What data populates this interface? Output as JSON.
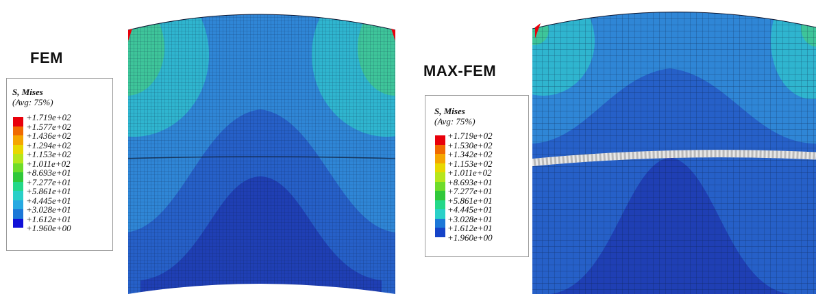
{
  "left": {
    "label": "FEM",
    "legend": {
      "title": "S, Mises",
      "avg": "(Avg: 75%)",
      "values": [
        "+1.719e+02",
        "+1.577e+02",
        "+1.436e+02",
        "+1.294e+02",
        "+1.153e+02",
        "+1.011e+02",
        "+8.693e+01",
        "+7.277e+01",
        "+5.861e+01",
        "+4.445e+01",
        "+3.028e+01",
        "+1.612e+01",
        "+1.960e+00"
      ]
    }
  },
  "right": {
    "label": "MAX-FEM",
    "legend": {
      "title": "S, Mises",
      "avg": "(Avg: 75%)",
      "values": [
        "+1.719e+02",
        "+1.530e+02",
        "+1.342e+02",
        "+1.153e+02",
        "+1.011e+02",
        "+8.693e+01",
        "+7.277e+01",
        "+5.861e+01",
        "+4.445e+01",
        "+3.028e+01",
        "+1.612e+01",
        "+1.960e+00"
      ]
    }
  },
  "colors": {
    "scale": [
      "#e8000b",
      "#f06a00",
      "#f5a600",
      "#e8d800",
      "#b6e61c",
      "#6edc2a",
      "#30c83a",
      "#24d889",
      "#2ad0c8",
      "#27a9e2",
      "#1c78d8",
      "#1543c8",
      "#1010d8"
    ],
    "deep_blue": "#1f3fb4",
    "mid_blue": "#2660c8",
    "light_blue": "#2f86d6",
    "cyan": "#2fb5cf",
    "green_cyan": "#3ec59a"
  }
}
